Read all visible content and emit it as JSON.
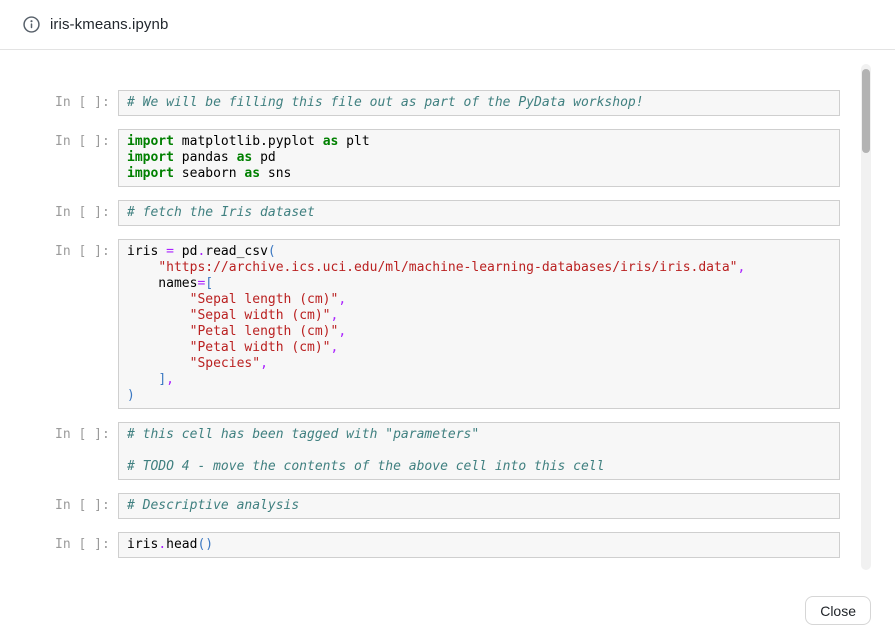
{
  "header": {
    "title": "iris-kmeans.ipynb"
  },
  "notebook": {
    "cells": [
      {
        "prompt": "In [ ]:",
        "lines": [
          [
            [
              "c",
              "# We will be filling this file out as part of the PyData workshop!"
            ]
          ]
        ]
      },
      {
        "prompt": "In [ ]:",
        "lines": [
          [
            [
              "k",
              "import"
            ],
            [
              "n",
              " matplotlib.pyplot "
            ],
            [
              "k",
              "as"
            ],
            [
              "n",
              " plt"
            ]
          ],
          [
            [
              "k",
              "import"
            ],
            [
              "n",
              " pandas "
            ],
            [
              "k",
              "as"
            ],
            [
              "n",
              " pd"
            ]
          ],
          [
            [
              "k",
              "import"
            ],
            [
              "n",
              " seaborn "
            ],
            [
              "k",
              "as"
            ],
            [
              "n",
              " sns"
            ]
          ]
        ]
      },
      {
        "prompt": "In [ ]:",
        "lines": [
          [
            [
              "c",
              "# fetch the Iris dataset"
            ]
          ]
        ]
      },
      {
        "prompt": "In [ ]:",
        "lines": [
          [
            [
              "n",
              "iris "
            ],
            [
              "o",
              "="
            ],
            [
              "n",
              " pd"
            ],
            [
              "o",
              "."
            ],
            [
              "n",
              "read_csv"
            ],
            [
              "p",
              "("
            ]
          ],
          [
            [
              "n",
              "    "
            ],
            [
              "s",
              "\"https://archive.ics.uci.edu/ml/machine-learning-databases/iris/iris.data\""
            ],
            [
              "o",
              ","
            ]
          ],
          [
            [
              "n",
              "    names"
            ],
            [
              "o",
              "="
            ],
            [
              "p",
              "["
            ]
          ],
          [
            [
              "n",
              "        "
            ],
            [
              "s",
              "\"Sepal length (cm)\""
            ],
            [
              "o",
              ","
            ]
          ],
          [
            [
              "n",
              "        "
            ],
            [
              "s",
              "\"Sepal width (cm)\""
            ],
            [
              "o",
              ","
            ]
          ],
          [
            [
              "n",
              "        "
            ],
            [
              "s",
              "\"Petal length (cm)\""
            ],
            [
              "o",
              ","
            ]
          ],
          [
            [
              "n",
              "        "
            ],
            [
              "s",
              "\"Petal width (cm)\""
            ],
            [
              "o",
              ","
            ]
          ],
          [
            [
              "n",
              "        "
            ],
            [
              "s",
              "\"Species\""
            ],
            [
              "o",
              ","
            ]
          ],
          [
            [
              "n",
              "    "
            ],
            [
              "p",
              "]"
            ],
            [
              "o",
              ","
            ]
          ],
          [
            [
              "p",
              ")"
            ]
          ]
        ]
      },
      {
        "prompt": "In [ ]:",
        "lines": [
          [
            [
              "c",
              "# this cell has been tagged with \"parameters\""
            ]
          ],
          [],
          [
            [
              "c",
              "# TODO 4 - move the contents of the above cell into this cell"
            ]
          ]
        ]
      },
      {
        "prompt": "In [ ]:",
        "lines": [
          [
            [
              "c",
              "# Descriptive analysis"
            ]
          ]
        ]
      },
      {
        "prompt": "In [ ]:",
        "lines": [
          [
            [
              "n",
              "iris"
            ],
            [
              "o",
              "."
            ],
            [
              "n",
              "head"
            ],
            [
              "p",
              "()"
            ]
          ]
        ]
      }
    ]
  },
  "footer": {
    "close_label": "Close"
  },
  "colors": {
    "keyword": "#008000",
    "comment": "#408080",
    "string": "#BA2121",
    "operator": "#AA22FF",
    "bracket": "#3B78C2",
    "prompt": "#9B9B9B",
    "cell_background": "#F7F7F7",
    "cell_border": "#CFCFCF",
    "header_divider": "#E3E3E3"
  }
}
